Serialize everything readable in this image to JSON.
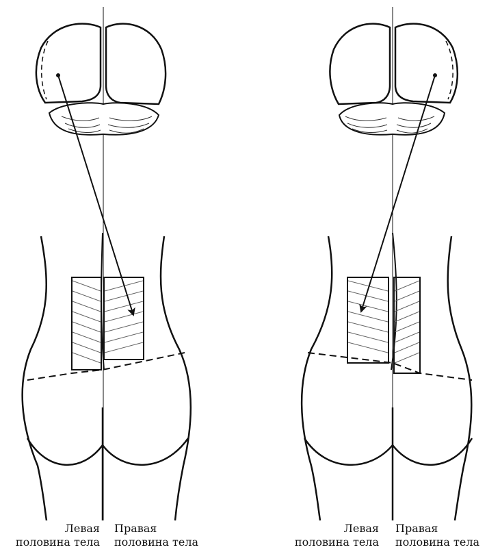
{
  "colors": {
    "ink": "#111111",
    "hatch": "#555555",
    "background": "#ffffff"
  },
  "panels": [
    {
      "left_label": "Левая\nполовина тела",
      "left_label_line1": "Левая",
      "left_label_line2": "половина тела",
      "right_label_line1": "Правая",
      "right_label_line2": "половина тела"
    },
    {
      "left_label_line1": "Левая",
      "left_label_line2": "половина тела",
      "right_label_line1": "Правая",
      "right_label_line2": "половина тела"
    }
  ]
}
